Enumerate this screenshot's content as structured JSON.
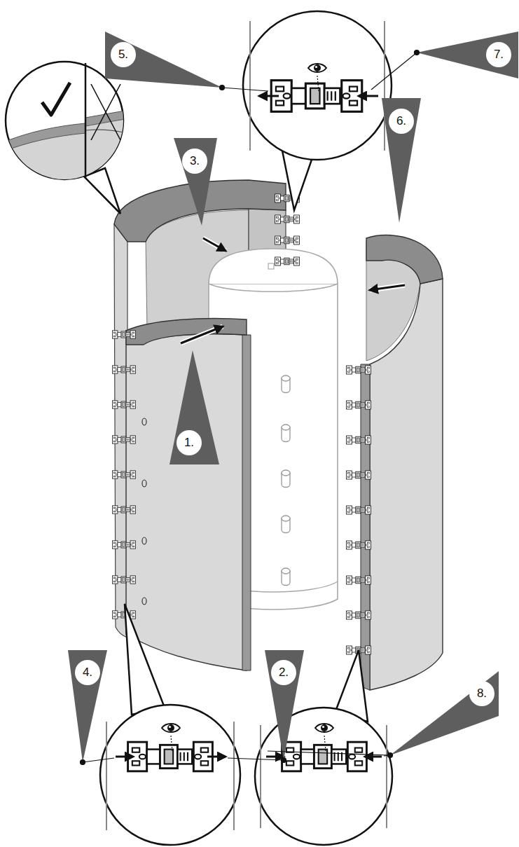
{
  "diagram": {
    "labels": [
      "5.",
      "7.",
      "3.",
      "6.",
      "1.",
      "4.",
      "2.",
      "8."
    ]
  }
}
